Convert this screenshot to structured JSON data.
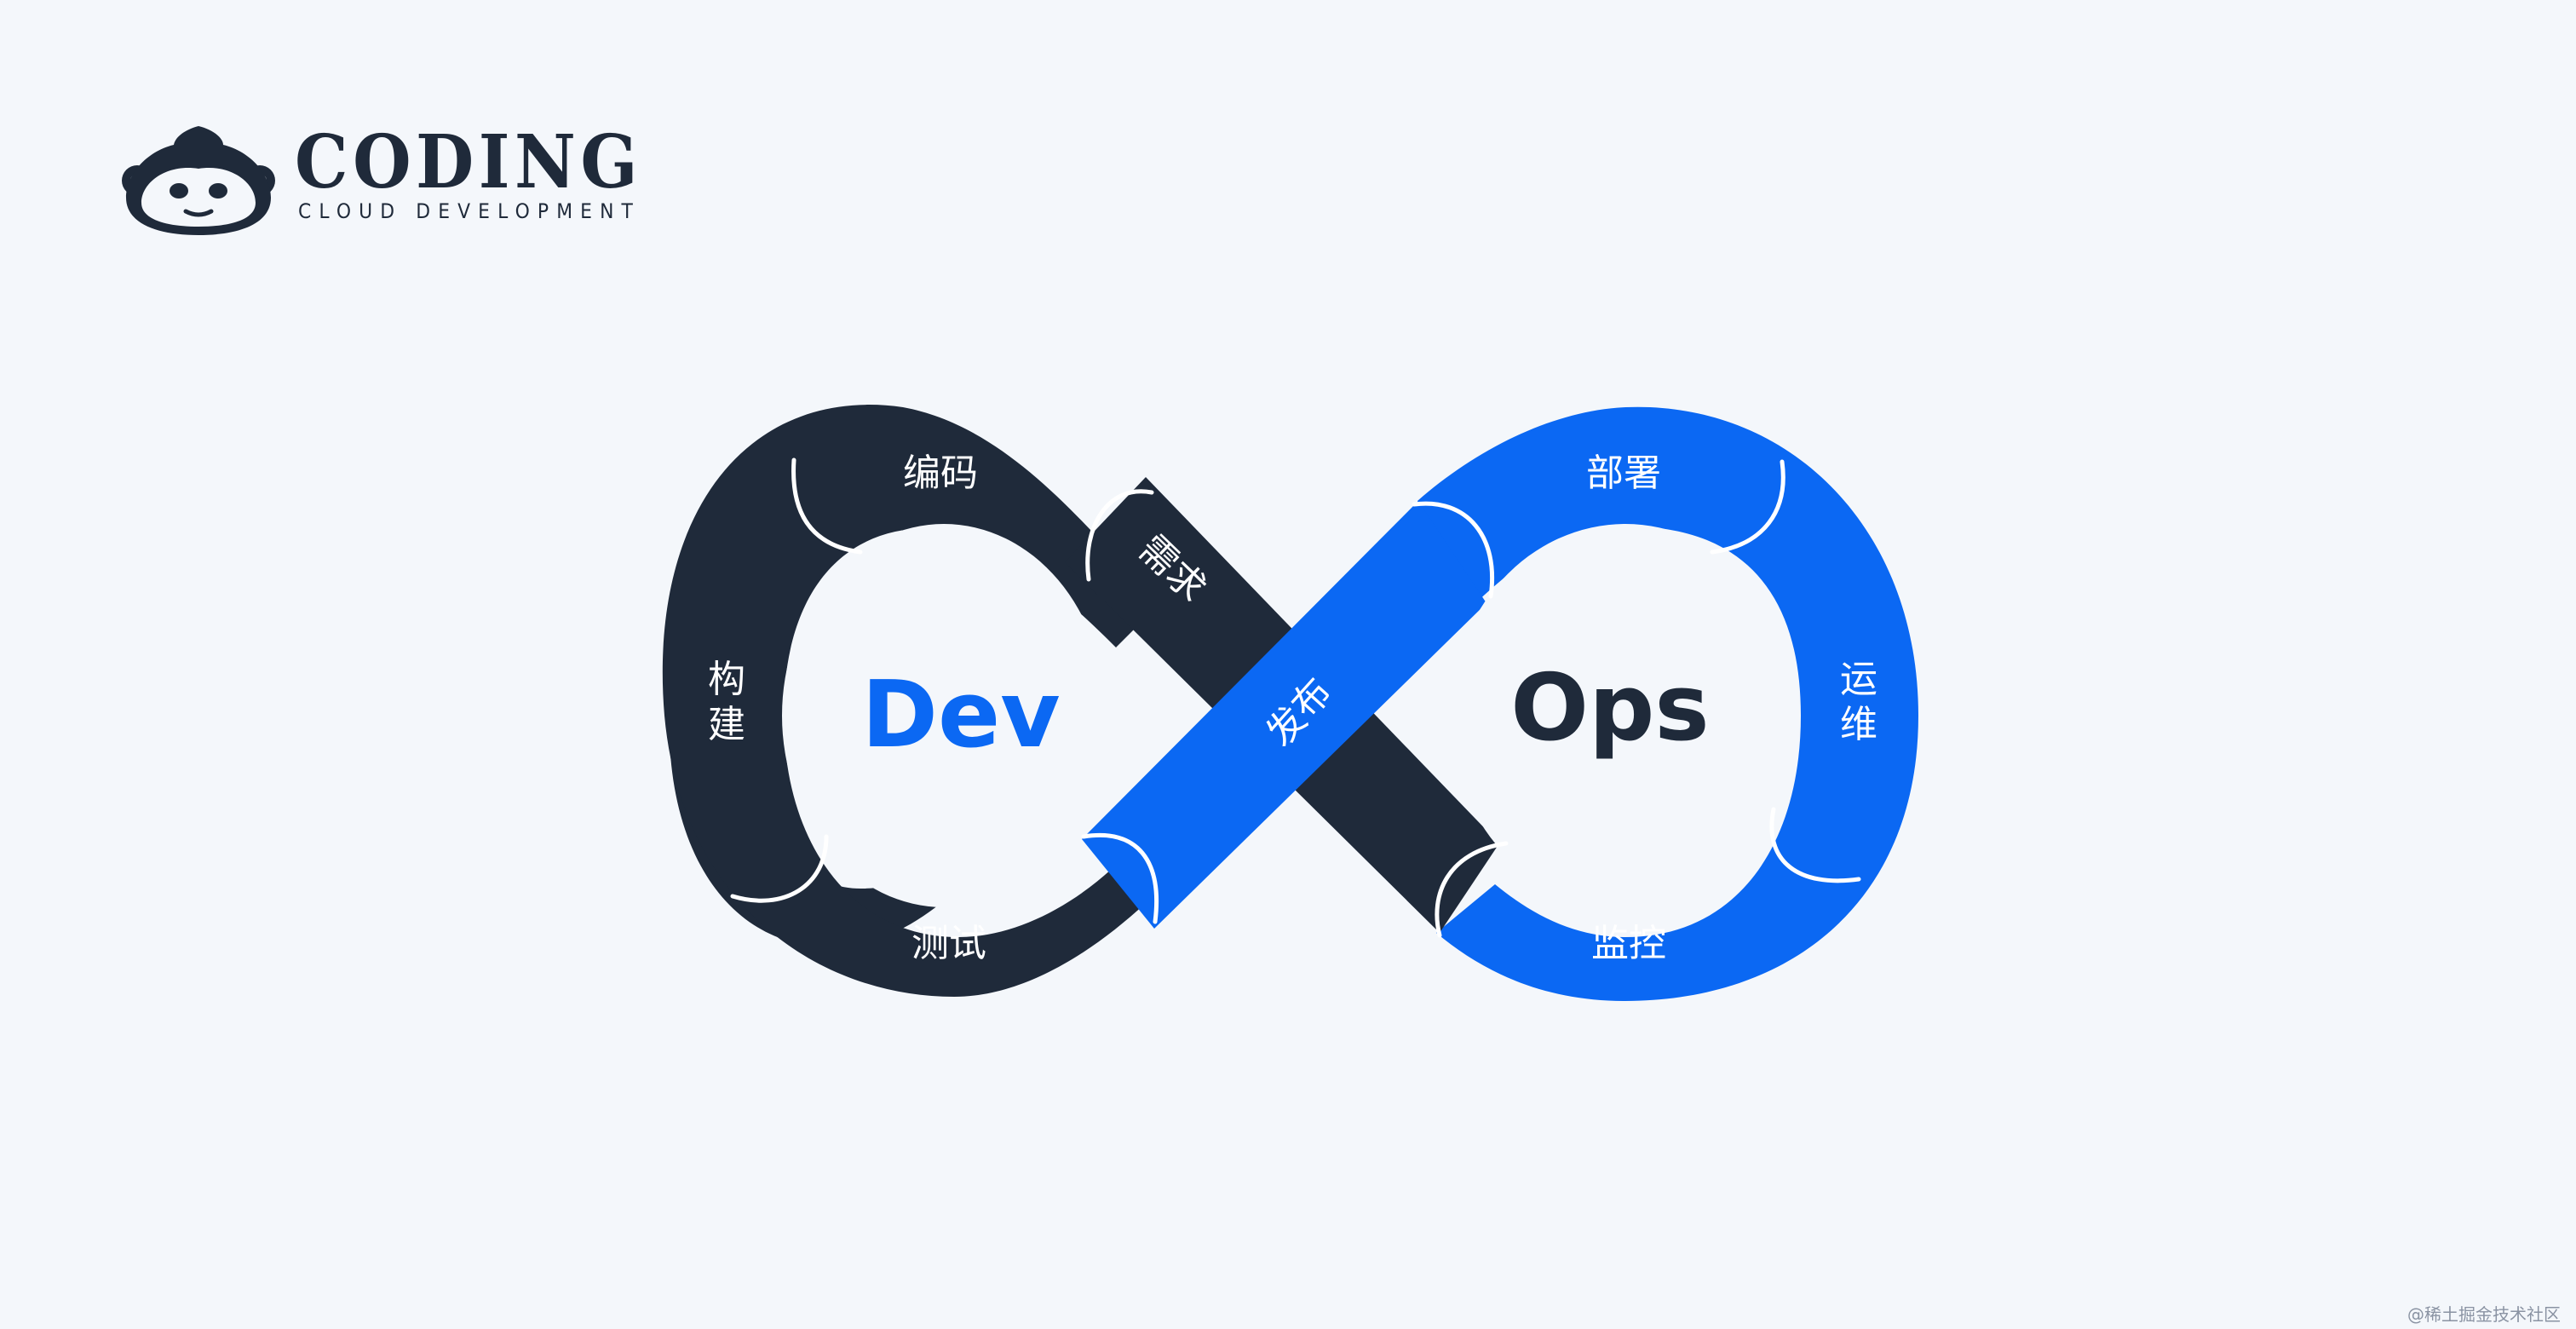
{
  "brand": {
    "name": "CODING",
    "tagline": "CLOUD DEVELOPMENT",
    "colors": {
      "dark": "#1f2a3a",
      "blue": "#0b68f3"
    }
  },
  "diagram": {
    "dev_label": "Dev",
    "ops_label": "Ops",
    "stages": [
      {
        "id": "coding",
        "label": "编码",
        "loop": "dev"
      },
      {
        "id": "requirements",
        "label": "需求",
        "loop": "dev"
      },
      {
        "id": "build",
        "label": "构建",
        "loop": "dev"
      },
      {
        "id": "testing",
        "label": "测试",
        "loop": "dev"
      },
      {
        "id": "release",
        "label": "发布",
        "loop": "crossing"
      },
      {
        "id": "deploy",
        "label": "部署",
        "loop": "ops"
      },
      {
        "id": "operate",
        "label": "运维",
        "loop": "ops"
      },
      {
        "id": "monitor",
        "label": "监控",
        "loop": "ops"
      }
    ],
    "colors": {
      "dev": "#1f2a3a",
      "ops": "#0b68f3",
      "background": "#f4f7fb",
      "separator": "#ffffff"
    }
  },
  "watermark": "@稀土掘金技术社区"
}
